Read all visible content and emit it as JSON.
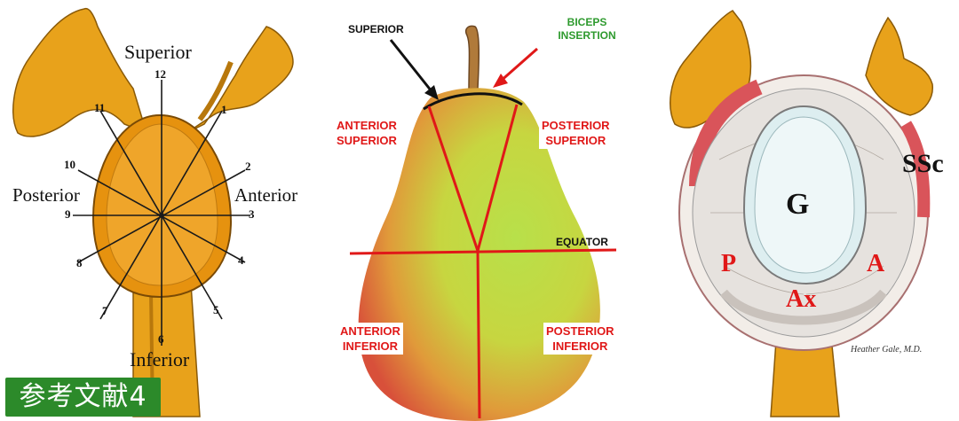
{
  "left_diagram": {
    "superior": "Superior",
    "inferior": "Inferior",
    "posterior": "Posterior",
    "anterior": "Anterior",
    "clock_numbers": [
      "12",
      "1",
      "2",
      "3",
      "4",
      "5",
      "6",
      "7",
      "8",
      "9",
      "10",
      "11"
    ]
  },
  "middle_diagram": {
    "superior": "SUPERIOR",
    "biceps_insertion": [
      "BICEPS",
      "INSERTION"
    ],
    "anterior_superior": [
      "ANTERIOR",
      "SUPERIOR"
    ],
    "posterior_superior": [
      "POSTERIOR",
      "SUPERIOR"
    ],
    "equator": "EQUATOR",
    "anterior_inferior": [
      "ANTERIOR",
      "INFERIOR"
    ],
    "posterior_inferior": [
      "POSTERIOR",
      "INFERIOR"
    ]
  },
  "right_diagram": {
    "glenoid": "G",
    "subscapularis": "SSc",
    "posterior": "P",
    "anterior": "A",
    "axillary": "Ax",
    "signature": "Heather Gale, M.D."
  },
  "reference_badge": "参考文献4",
  "colors": {
    "bone": "#e8a21b",
    "bone_dark": "#b8780c",
    "red_label": "#e01818",
    "green_label": "#2e9a2e",
    "labrum_red": "#d9545a",
    "badge": "#2c8a2a"
  }
}
